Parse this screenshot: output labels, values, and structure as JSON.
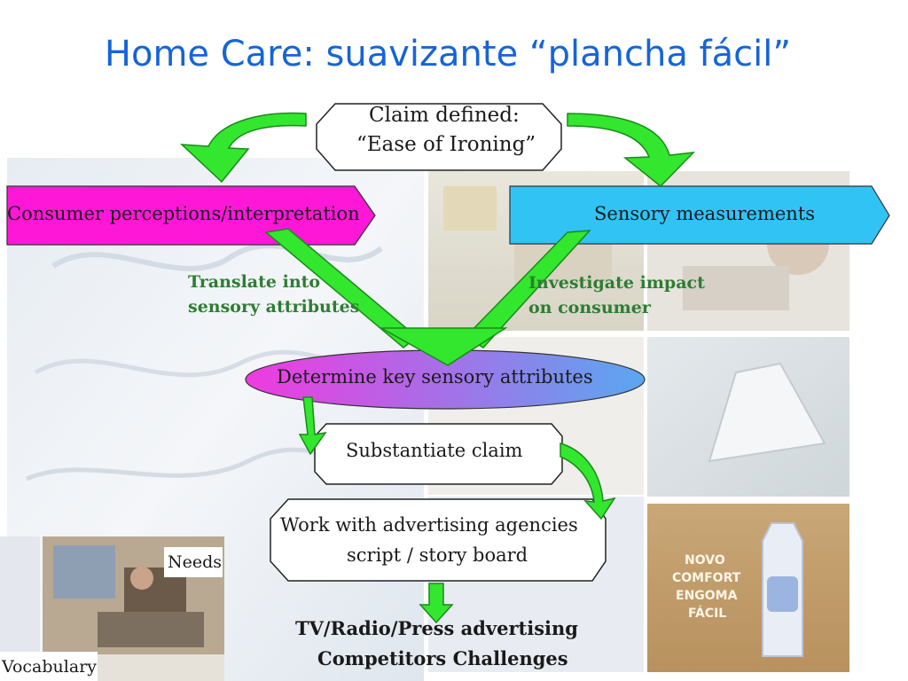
{
  "title": "Home Care: suavizante “plancha fácil”",
  "claim": {
    "line1": "Claim defined:",
    "line2": "“Ease of Ironing”"
  },
  "consumer_box": "Consumer perceptions/interpretation",
  "sensory_box": "Sensory measurements",
  "translate": {
    "line1": "Translate into",
    "line2": "sensory attributes"
  },
  "investigate": {
    "line1": "Investigate impact",
    "line2": "on consumer"
  },
  "determine": "Determine key sensory attributes",
  "substantiate": "Substantiate claim",
  "work": {
    "line1": "Work with advertising agencies",
    "line2": "script / story board"
  },
  "bottom": {
    "line1": "TV/Radio/Press advertising",
    "line2": "Competitors Challenges"
  },
  "photo_labels": {
    "needs": "Needs",
    "vocabulary": "Vocabulary"
  },
  "product_label": {
    "l1": "NOVO",
    "l2": "COMFORT",
    "l3": "ENGOMA",
    "l4": "FÁCIL"
  },
  "colors": {
    "title": "#1565d6",
    "consumer": "#ff17d8",
    "sensory": "#32c3f5",
    "arrow": "#33e62e",
    "green_text": "#2e7d32"
  }
}
